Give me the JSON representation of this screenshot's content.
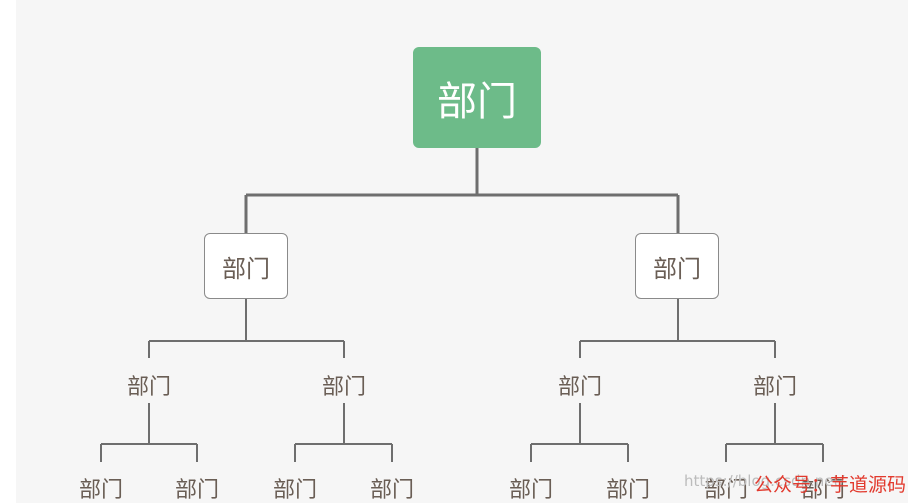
{
  "diagram": {
    "root": "部门",
    "level1": [
      "部门",
      "部门"
    ],
    "level2": [
      "部门",
      "部门",
      "部门",
      "部门"
    ],
    "level3": [
      "部门",
      "部门",
      "部门",
      "部门",
      "部门",
      "部门",
      "部门",
      "部门"
    ]
  },
  "watermark": {
    "url": "https://blog.csdn.net/",
    "brand": "公众号：芋道源码"
  },
  "colors": {
    "root_fill": "#6dbb89",
    "line": "#6e6e6e",
    "text": "#6a5e55",
    "brand": "#e23a2e"
  }
}
